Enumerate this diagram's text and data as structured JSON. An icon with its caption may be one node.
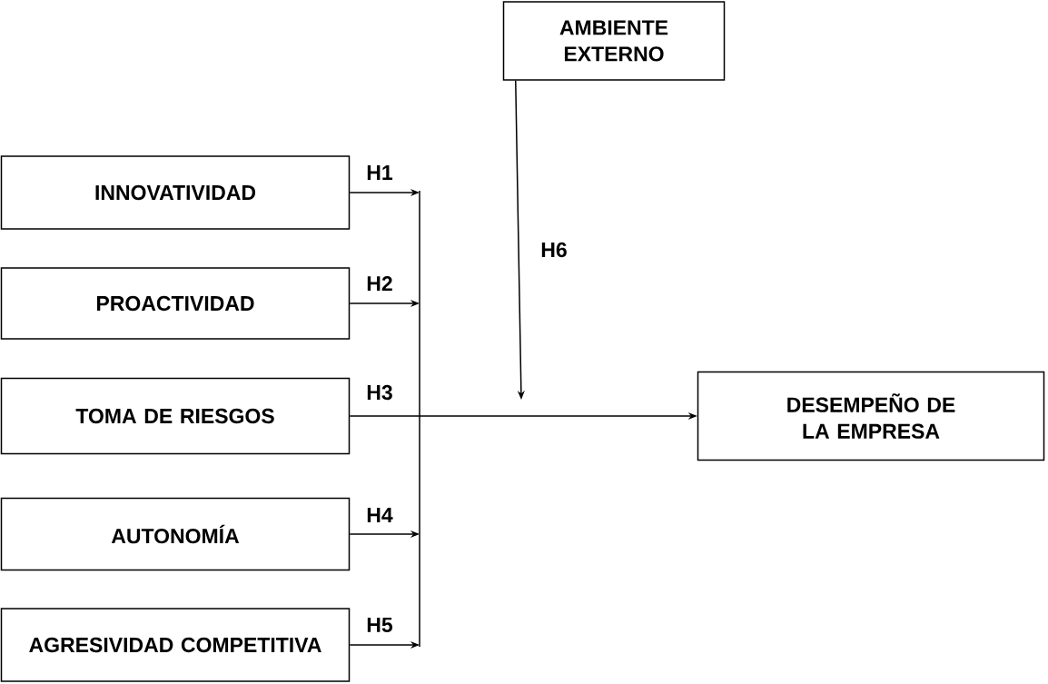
{
  "diagram": {
    "nodes": [
      {
        "text": [
          "INNOVATIVIDAD"
        ]
      },
      {
        "text": [
          "PROACTIVIDAD"
        ]
      },
      {
        "text": [
          "TOMA DE RIESGOS"
        ]
      },
      {
        "text": [
          "AUTONOMÍA"
        ]
      },
      {
        "text": [
          "AGRESIVIDAD COMPETITIVA"
        ]
      },
      {
        "text": [
          "AMBIENTE EXTERNO"
        ]
      },
      {
        "text": [
          "DESEMPEÑO DE LA EMPRESA"
        ]
      }
    ],
    "edges": [
      {
        "from": 0,
        "to": null,
        "arrow": "to",
        "label": "H1"
      },
      {
        "from": 1,
        "to": null,
        "arrow": "to",
        "label": "H2"
      },
      {
        "from": 2,
        "to": 6,
        "arrow": "to",
        "label": "H3"
      },
      {
        "from": 3,
        "to": null,
        "arrow": "to",
        "label": "H4"
      },
      {
        "from": 4,
        "to": null,
        "arrow": "to",
        "label": "H5"
      },
      {
        "from": 5,
        "to": null,
        "arrow": "to",
        "label": "H6"
      }
    ]
  }
}
